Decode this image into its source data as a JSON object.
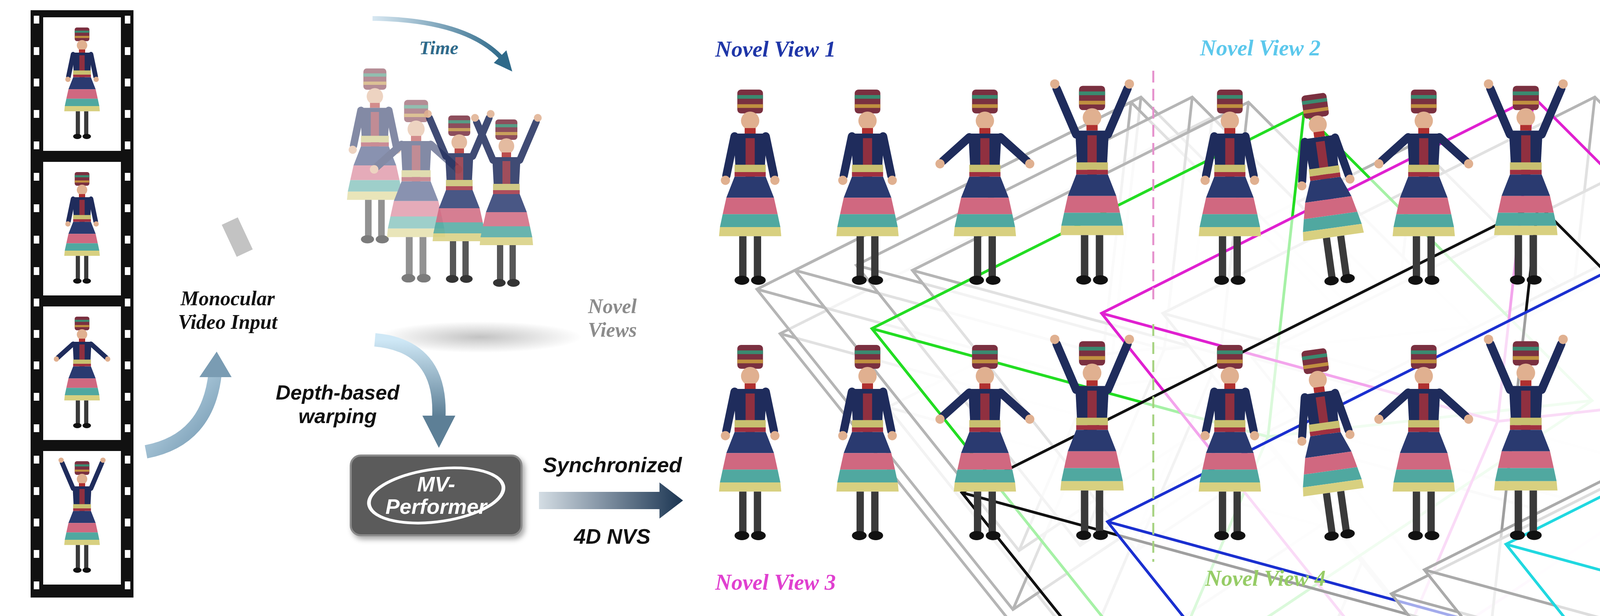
{
  "diagram": {
    "nodes": [
      {
        "text": [
          "MV- Performer"
        ]
      }
    ],
    "labels": [
      "Time",
      "Monocular Video Input",
      "Novel Views",
      "Depth-based warping",
      "Synchronized",
      "4D NVS",
      "Novel View 1",
      "Novel View 2",
      "Novel View 3",
      "Novel View 4"
    ]
  }
}
